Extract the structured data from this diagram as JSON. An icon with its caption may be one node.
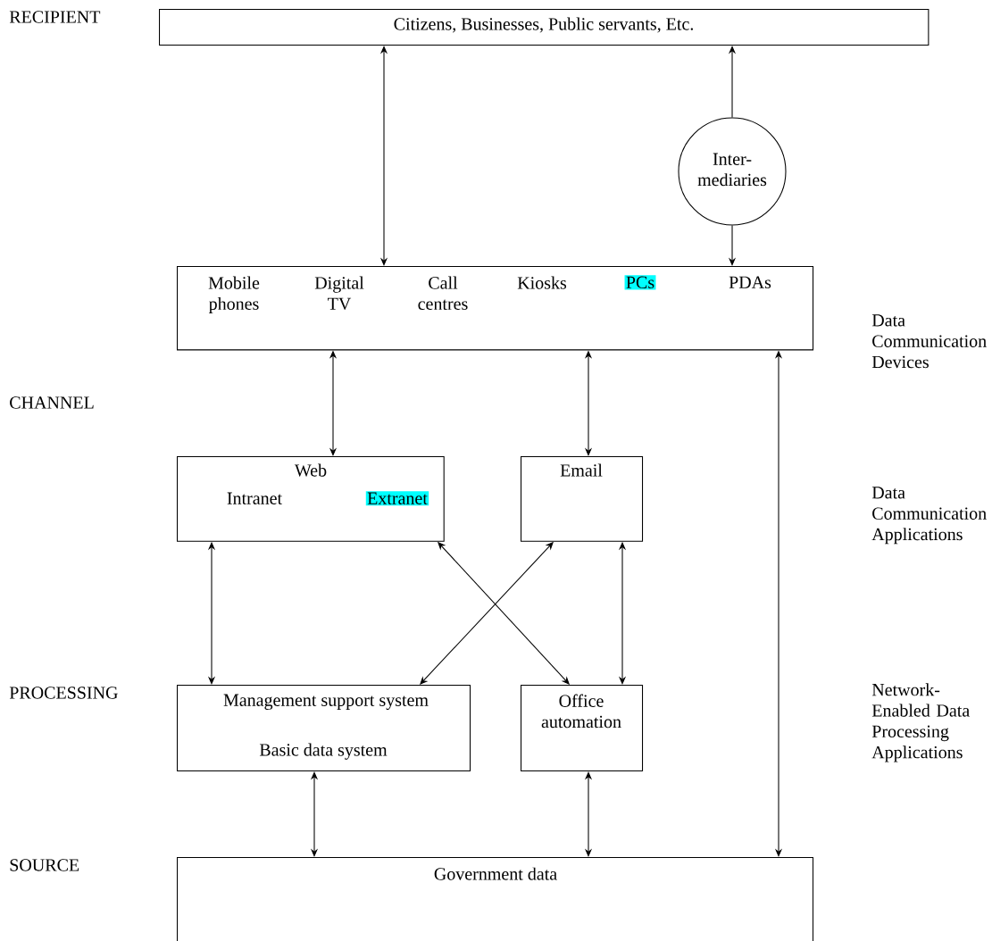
{
  "diagram": {
    "nodes": [
      {
        "text": [
          "Citizens, Businesses, Public servants, Etc."
        ]
      },
      {
        "text": [
          "Inter- mediaries"
        ]
      },
      {
        "text": [
          "Mobile phones",
          "Digital TV",
          "Call centres",
          "Kiosks",
          "PCs",
          "PDAs"
        ]
      },
      {
        "text": [
          "Web",
          "Intranet",
          "Extranet"
        ]
      },
      {
        "text": [
          "Email"
        ]
      },
      {
        "text": [
          "Management support system",
          "Basic data system"
        ]
      },
      {
        "text": [
          "Office automation"
        ]
      },
      {
        "text": [
          "Government data"
        ]
      }
    ],
    "edges": [
      {
        "from": 0,
        "to": 2,
        "arrow": "both"
      },
      {
        "from": 1,
        "to": 0,
        "arrow": "to"
      },
      {
        "from": 1,
        "to": 2,
        "arrow": "to"
      },
      {
        "from": 2,
        "to": 3,
        "arrow": "both"
      },
      {
        "from": 2,
        "to": 4,
        "arrow": "both"
      },
      {
        "from": 2,
        "to": 7,
        "arrow": "both"
      },
      {
        "from": 3,
        "to": 5,
        "arrow": "both"
      },
      {
        "from": 3,
        "to": 6,
        "arrow": "both"
      },
      {
        "from": 4,
        "to": 5,
        "arrow": "both"
      },
      {
        "from": 4,
        "to": 6,
        "arrow": "both"
      },
      {
        "from": 5,
        "to": 7,
        "arrow": "both"
      },
      {
        "from": 6,
        "to": 7,
        "arrow": "both"
      }
    ],
    "labels": [
      "RECIPIENT",
      "CHANNEL",
      "PROCESSING",
      "SOURCE",
      "Data Communication Devices",
      "Data Communication Applications",
      "Network-Enabled Data Processing Applications"
    ]
  }
}
